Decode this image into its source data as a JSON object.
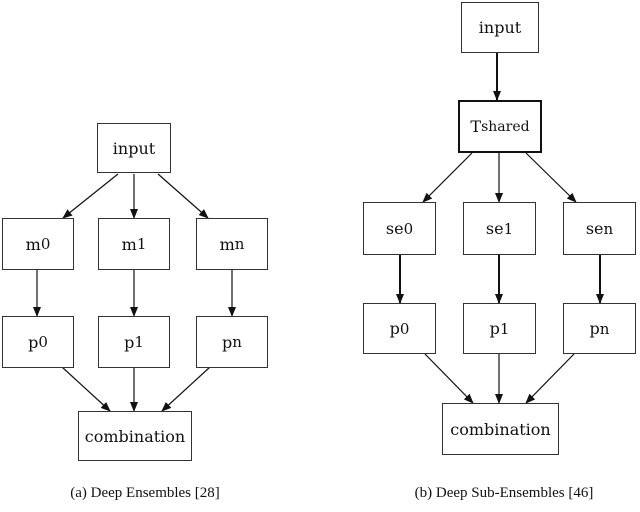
{
  "diagram_a": {
    "caption": "(a) Deep Ensembles [28]",
    "input": "input",
    "models": [
      {
        "base": "m",
        "sub": "0"
      },
      {
        "base": "m",
        "sub": "1"
      },
      {
        "base": "m",
        "sub": "n"
      }
    ],
    "predictions": [
      {
        "base": "p",
        "sub": "0"
      },
      {
        "base": "p",
        "sub": "1"
      },
      {
        "base": "p",
        "sub": "n"
      }
    ],
    "combination": "combination"
  },
  "diagram_b": {
    "caption": "(b) Deep Sub-Ensembles [46]",
    "input": "input",
    "shared": {
      "base": "T",
      "sub": "shared"
    },
    "sub_ensembles": [
      {
        "base": "se",
        "sub": "0"
      },
      {
        "base": "se",
        "sub": "1"
      },
      {
        "base": "se",
        "sub": "n"
      }
    ],
    "predictions": [
      {
        "base": "p",
        "sub": "0"
      },
      {
        "base": "p",
        "sub": "1"
      },
      {
        "base": "p",
        "sub": "n"
      }
    ],
    "combination": "combination"
  }
}
